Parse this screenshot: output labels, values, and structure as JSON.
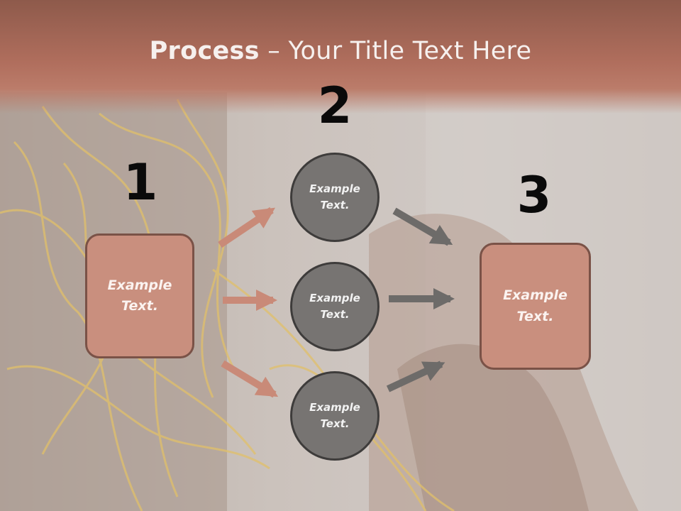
{
  "title": {
    "bold": "Process",
    "rest": " – Your Title Text Here"
  },
  "steps": {
    "one": "1",
    "two": "2",
    "three": "3"
  },
  "left_box": {
    "text": "Example\nText."
  },
  "circles": [
    {
      "text": "Example\nText."
    },
    {
      "text": "Example\nText."
    },
    {
      "text": "Example\nText."
    }
  ],
  "right_box": {
    "text": "Example\nText."
  },
  "colors": {
    "accent": "#b06e5d",
    "box_fill": "#c98f7e",
    "circle_fill": "#777472",
    "arrow_pink": "#c98a78",
    "arrow_gray": "#6d6b69"
  }
}
